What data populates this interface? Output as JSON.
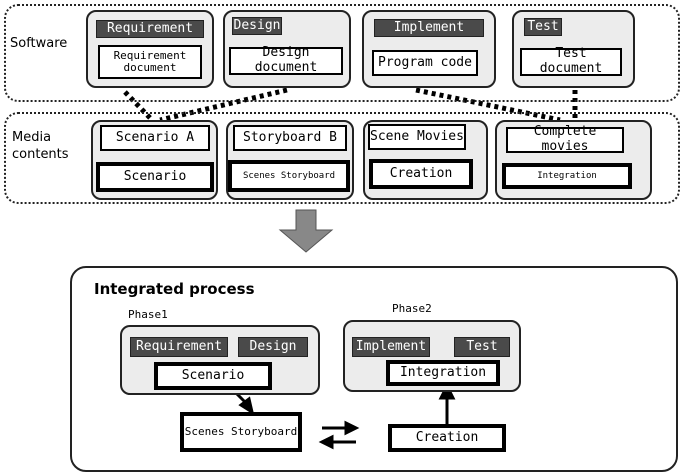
{
  "rows": {
    "software_label": "Software",
    "media_label_1": "Media",
    "media_label_2": "contents"
  },
  "software": [
    {
      "header": "Requirement",
      "doc": "Requirement document"
    },
    {
      "header": "Design",
      "doc": "Design document"
    },
    {
      "header": "Implement",
      "doc": "Program code"
    },
    {
      "header": "Test",
      "doc": "Test document"
    }
  ],
  "media": [
    {
      "top": "Scenario A",
      "bottom": "Scenario"
    },
    {
      "top": "Storyboard B",
      "bottom": "Scenes Storyboard"
    },
    {
      "top": "Scene Movies",
      "bottom": "Creation"
    },
    {
      "top": "Complete movies",
      "bottom": "Integration"
    }
  ],
  "integrated": {
    "title": "Integrated process",
    "phase1": {
      "label": "Phase1",
      "tags": [
        "Requirement",
        "Design"
      ],
      "center": "Scenario"
    },
    "phase2": {
      "label": "Phase2",
      "tags": [
        "Implement",
        "Test"
      ],
      "center": "Integration"
    },
    "below1": "Scenes Storyboard",
    "below2": "Creation"
  }
}
